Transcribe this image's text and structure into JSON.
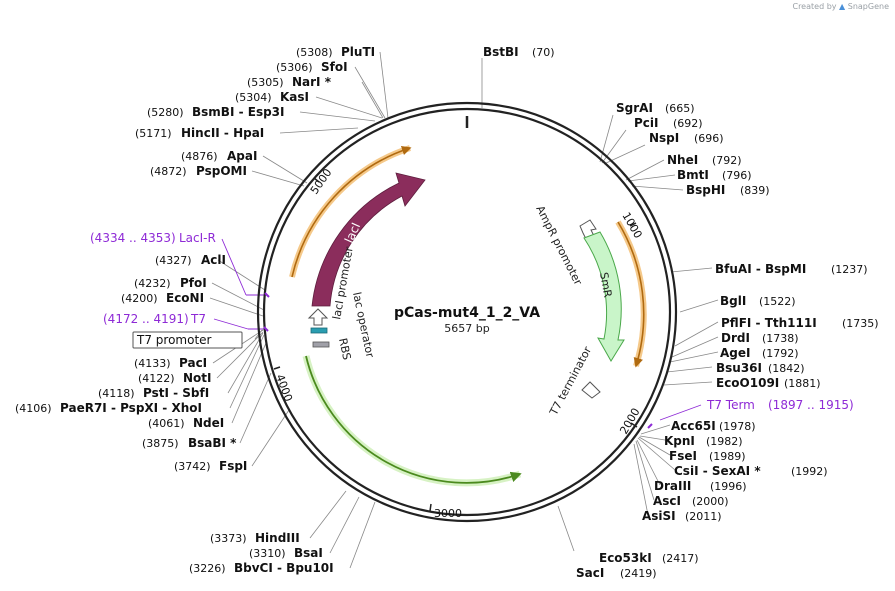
{
  "brand": {
    "prefix": "Created by",
    "name": "SnapGene"
  },
  "plasmid": {
    "name": "pCas-mut4_1_2_VA",
    "length_label": "5657 bp",
    "length_bp": 5657
  },
  "ticks": [
    {
      "bp": 1000,
      "label": "1000"
    },
    {
      "bp": 2000,
      "label": "2000"
    },
    {
      "bp": 3000,
      "label": "3000"
    },
    {
      "bp": 4000,
      "label": "4000"
    },
    {
      "bp": 5000,
      "label": "5000"
    }
  ],
  "sites": [
    {
      "id": "plut1",
      "name": "PluTI",
      "pos": "(5308)"
    },
    {
      "id": "sfo1",
      "name": "SfoI",
      "pos": "(5306)"
    },
    {
      "id": "nar1",
      "name": "NarI *",
      "pos": "(5305)"
    },
    {
      "id": "kas1",
      "name": "KasI",
      "pos": "(5304)"
    },
    {
      "id": "bsmbi",
      "name": "BsmBI  -  Esp3I",
      "pos": "(5280)"
    },
    {
      "id": "hincii",
      "name": "HincII  -  HpaI",
      "pos": "(5171)"
    },
    {
      "id": "apa1",
      "name": "ApaI",
      "pos": "(4876)"
    },
    {
      "id": "pspomi",
      "name": "PspOMI",
      "pos": "(4872)"
    },
    {
      "id": "acl1",
      "name": "AclI",
      "pos": "(4327)"
    },
    {
      "id": "pfo1",
      "name": "PfoI",
      "pos": "(4232)"
    },
    {
      "id": "econi",
      "name": "EcoNI",
      "pos": "(4200)"
    },
    {
      "id": "pac1",
      "name": "PacI",
      "pos": "(4133)"
    },
    {
      "id": "not1",
      "name": "NotI",
      "pos": "(4122)"
    },
    {
      "id": "pst1",
      "name": "PstI  -  SbfI",
      "pos": "(4118)"
    },
    {
      "id": "paer7i",
      "name": "PaeR7I  -  PspXI  -  XhoI",
      "pos": "(4106)"
    },
    {
      "id": "nde1",
      "name": "NdeI",
      "pos": "(4061)"
    },
    {
      "id": "bsabi",
      "name": "BsaBI *",
      "pos": "(3875)"
    },
    {
      "id": "fsp1",
      "name": "FspI",
      "pos": "(3742)"
    },
    {
      "id": "hind3",
      "name": "HindIII",
      "pos": "(3373)"
    },
    {
      "id": "bsa1",
      "name": "BsaI",
      "pos": "(3310)"
    },
    {
      "id": "bbvci",
      "name": "BbvCI  -  Bpu10I",
      "pos": "(3226)"
    },
    {
      "id": "bstbi",
      "name": "BstBI",
      "pos": "(70)"
    },
    {
      "id": "sgrai",
      "name": "SgrAI",
      "pos": "(665)"
    },
    {
      "id": "pci1",
      "name": "PciI",
      "pos": "(692)"
    },
    {
      "id": "nsp1",
      "name": "NspI",
      "pos": "(696)"
    },
    {
      "id": "nhe1",
      "name": "NheI",
      "pos": "(792)"
    },
    {
      "id": "bmt1",
      "name": "BmtI",
      "pos": "(796)"
    },
    {
      "id": "bsphi",
      "name": "BspHI",
      "pos": "(839)"
    },
    {
      "id": "bfuai",
      "name": "BfuAI  -  BspMI",
      "pos": "(1237)"
    },
    {
      "id": "bgl1",
      "name": "BglI",
      "pos": "(1522)"
    },
    {
      "id": "pflfi",
      "name": "PflFI  -  Tth111I",
      "pos": "(1735)"
    },
    {
      "id": "dra3b",
      "name": "DrdI",
      "pos": "(1738)"
    },
    {
      "id": "age1",
      "name": "AgeI",
      "pos": "(1792)"
    },
    {
      "id": "bsu36i",
      "name": "Bsu36I",
      "pos": "(1842)"
    },
    {
      "id": "eco109",
      "name": "EcoO109I",
      "pos": "(1881)"
    },
    {
      "id": "acc65i",
      "name": "Acc65I",
      "pos": "(1978)"
    },
    {
      "id": "kpn1",
      "name": "KpnI",
      "pos": "(1982)"
    },
    {
      "id": "fse1",
      "name": "FseI",
      "pos": "(1989)"
    },
    {
      "id": "csi1",
      "name": "CsiI  -  SexAI *",
      "pos": "(1992)"
    },
    {
      "id": "dra3",
      "name": "DraIII",
      "pos": "(1996)"
    },
    {
      "id": "asc1",
      "name": "AscI",
      "pos": "(2000)"
    },
    {
      "id": "asisi",
      "name": "AsiSI",
      "pos": "(2011)"
    },
    {
      "id": "eco53k",
      "name": "Eco53kI",
      "pos": "(2417)"
    },
    {
      "id": "sac1",
      "name": "SacI",
      "pos": "(2419)"
    }
  ],
  "purple_labels": [
    {
      "id": "laci-r",
      "range": "(4334 .. 4353)",
      "name": "LacI-R"
    },
    {
      "id": "t7",
      "range": "(4172 .. 4191)",
      "name": "T7"
    },
    {
      "id": "t7term",
      "name": "T7 Term",
      "range": "(1897 .. 1915)"
    }
  ],
  "features": {
    "laci": "lacI",
    "laci_promoter": "lacI promoter",
    "lac_operator": "lac operator",
    "rbs": "RBS",
    "ampr_promoter": "AmpR promoter",
    "smr": "SmR",
    "t7_terminator": "T7 terminator",
    "t7_promoter_box": "T7 promoter"
  },
  "colors": {
    "laci": "#8b2d5c",
    "smr": "#c9f5c9",
    "smr_stroke": "#4aa84a",
    "orf_orange": "#e8a23c",
    "orf_green": "#7cc24a",
    "purple": "#8e2ad6",
    "backbone": "#222222"
  }
}
